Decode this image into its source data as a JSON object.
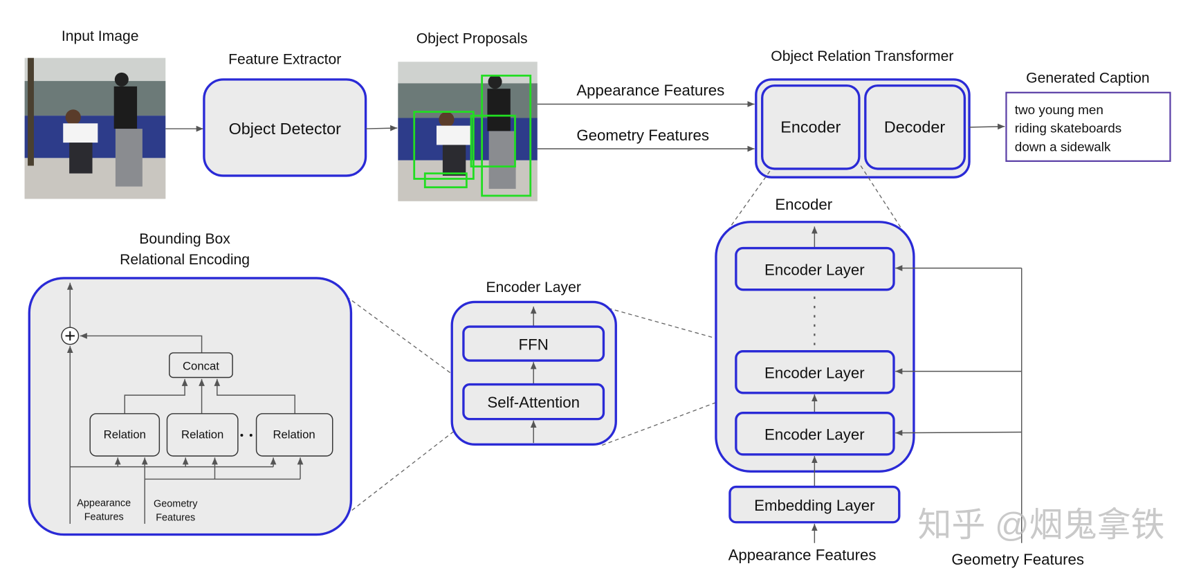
{
  "top": {
    "input_image_label": "Input Image",
    "feature_extractor_label": "Feature Extractor",
    "object_detector": "Object Detector",
    "object_proposals_label": "Object Proposals",
    "appearance_features": "Appearance  Features",
    "geometry_features": "Geometry Features",
    "ort_label": "Object Relation Transformer",
    "encoder": "Encoder",
    "decoder": "Decoder",
    "generated_caption_label": "Generated Caption",
    "caption_lines": [
      "two  young  men",
      "riding skateboards",
      "down a sidewalk"
    ]
  },
  "encoder_stack": {
    "title": "Encoder",
    "layers": [
      "Encoder Layer",
      "Encoder Layer",
      "Encoder Layer"
    ],
    "embedding": "Embedding Layer",
    "input_appearance": "Appearance Features",
    "input_geometry": "Geometry Features"
  },
  "encoder_layer": {
    "title": "Encoder Layer",
    "ffn": "FFN",
    "self_attention": "Self-Attention"
  },
  "bbox_encoding": {
    "title_lines": [
      "Bounding Box",
      "Relational Encoding"
    ],
    "concat": "Concat",
    "relations": [
      "Relation",
      "Relation",
      "Relation"
    ],
    "appearance_lines": [
      "Appearance",
      "Features"
    ],
    "geometry_lines": [
      "Geometry",
      "Features"
    ]
  },
  "watermark": "知乎 @烟鬼拿铁",
  "colors": {
    "box_stroke": "#2a2ad6",
    "box_fill": "#ebebeb",
    "proposal_box": "#22dd22",
    "caption_border": "#5a3fa6"
  }
}
